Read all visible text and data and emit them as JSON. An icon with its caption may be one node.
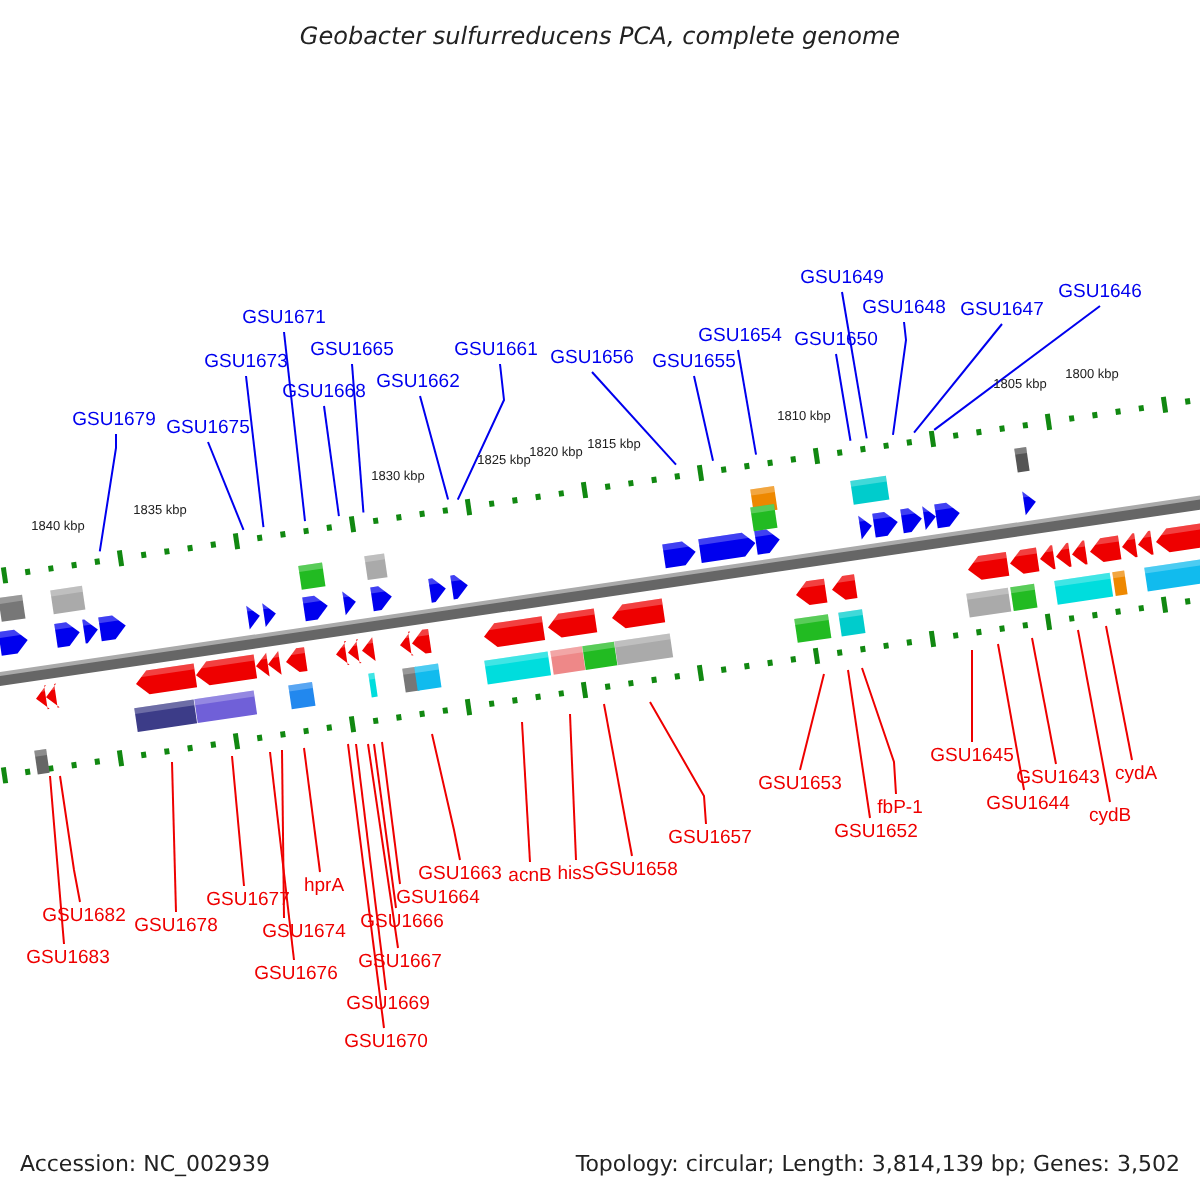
{
  "diagram": {
    "title": "Geobacter sulfurreducens PCA, complete genome",
    "nodes": [
      {
        "text": [
          "GSU1679"
        ]
      },
      {
        "text": [
          "GSU1675"
        ]
      },
      {
        "text": [
          "GSU1673"
        ]
      },
      {
        "text": [
          "GSU1671"
        ]
      },
      {
        "text": [
          "GSU1668"
        ]
      },
      {
        "text": [
          "GSU1665"
        ]
      },
      {
        "text": [
          "GSU1662"
        ]
      },
      {
        "text": [
          "GSU1661"
        ]
      },
      {
        "text": [
          "GSU1656"
        ]
      },
      {
        "text": [
          "GSU1655"
        ]
      },
      {
        "text": [
          "GSU1654"
        ]
      },
      {
        "text": [
          "GSU1650"
        ]
      },
      {
        "text": [
          "GSU1649"
        ]
      },
      {
        "text": [
          "GSU1648"
        ]
      },
      {
        "text": [
          "GSU1647"
        ]
      },
      {
        "text": [
          "GSU1646"
        ]
      },
      {
        "text": [
          "GSU1682"
        ]
      },
      {
        "text": [
          "GSU1683"
        ]
      },
      {
        "text": [
          "GSU1678"
        ]
      },
      {
        "text": [
          "GSU1677"
        ]
      },
      {
        "text": [
          "GSU1674"
        ]
      },
      {
        "text": [
          "GSU1676"
        ]
      },
      {
        "text": [
          "hprA"
        ]
      },
      {
        "text": [
          "GSU1666"
        ]
      },
      {
        "text": [
          "GSU1664"
        ]
      },
      {
        "text": [
          "GSU1667"
        ]
      },
      {
        "text": [
          "GSU1663"
        ]
      },
      {
        "text": [
          "GSU1669"
        ]
      },
      {
        "text": [
          "GSU1670"
        ]
      },
      {
        "text": [
          "acnB"
        ]
      },
      {
        "text": [
          "hisS"
        ]
      },
      {
        "text": [
          "GSU1658"
        ]
      },
      {
        "text": [
          "GSU1657"
        ]
      },
      {
        "text": [
          "GSU1653"
        ]
      },
      {
        "text": [
          "fbP-1"
        ]
      },
      {
        "text": [
          "GSU1652"
        ]
      },
      {
        "text": [
          "GSU1645"
        ]
      },
      {
        "text": [
          "GSU1644"
        ]
      },
      {
        "text": [
          "GSU1643"
        ]
      },
      {
        "text": [
          "cydB"
        ]
      },
      {
        "text": [
          "cydA"
        ]
      }
    ],
    "edges": [
      {
        "from": 0,
        "to": null,
        "arrow": "none",
        "color": "#0000ee"
      },
      {
        "from": 1,
        "to": null,
        "arrow": "none",
        "color": "#0000ee"
      },
      {
        "from": 2,
        "to": null,
        "arrow": "none",
        "color": "#0000ee"
      },
      {
        "from": 3,
        "to": null,
        "arrow": "none",
        "color": "#0000ee"
      },
      {
        "from": 4,
        "to": null,
        "arrow": "none",
        "color": "#0000ee"
      },
      {
        "from": 5,
        "to": null,
        "arrow": "none",
        "color": "#0000ee"
      },
      {
        "from": 6,
        "to": null,
        "arrow": "none",
        "color": "#0000ee"
      },
      {
        "from": 7,
        "to": null,
        "arrow": "none",
        "color": "#0000ee"
      },
      {
        "from": 8,
        "to": null,
        "arrow": "none",
        "color": "#0000ee"
      },
      {
        "from": 9,
        "to": null,
        "arrow": "none",
        "color": "#0000ee"
      },
      {
        "from": 10,
        "to": null,
        "arrow": "none",
        "color": "#0000ee"
      },
      {
        "from": 11,
        "to": null,
        "arrow": "none",
        "color": "#0000ee"
      },
      {
        "from": 12,
        "to": null,
        "arrow": "none",
        "color": "#0000ee"
      },
      {
        "from": 13,
        "to": null,
        "arrow": "none",
        "color": "#0000ee"
      },
      {
        "from": 14,
        "to": null,
        "arrow": "none",
        "color": "#0000ee"
      },
      {
        "from": 15,
        "to": null,
        "arrow": "none",
        "color": "#0000ee"
      },
      {
        "from": 16,
        "to": null,
        "arrow": "none"
      },
      {
        "from": 17,
        "to": null,
        "arrow": "none"
      },
      {
        "from": 18,
        "to": null,
        "arrow": "none"
      },
      {
        "from": 19,
        "to": null,
        "arrow": "none"
      },
      {
        "from": 20,
        "to": null,
        "arrow": "none"
      },
      {
        "from": 21,
        "to": null,
        "arrow": "none"
      },
      {
        "from": 22,
        "to": null,
        "arrow": "none"
      },
      {
        "from": 23,
        "to": null,
        "arrow": "none"
      },
      {
        "from": 24,
        "to": null,
        "arrow": "none"
      },
      {
        "from": 25,
        "to": null,
        "arrow": "none"
      },
      {
        "from": 26,
        "to": null,
        "arrow": "none"
      },
      {
        "from": 27,
        "to": null,
        "arrow": "none"
      },
      {
        "from": 28,
        "to": null,
        "arrow": "none"
      },
      {
        "from": 29,
        "to": null,
        "arrow": "none"
      },
      {
        "from": 30,
        "to": null,
        "arrow": "none"
      },
      {
        "from": 31,
        "to": null,
        "arrow": "none"
      },
      {
        "from": 32,
        "to": null,
        "arrow": "none"
      },
      {
        "from": 33,
        "to": null,
        "arrow": "none"
      },
      {
        "from": 34,
        "to": null,
        "arrow": "none"
      },
      {
        "from": 35,
        "to": null,
        "arrow": "none"
      },
      {
        "from": 36,
        "to": null,
        "arrow": "none"
      },
      {
        "from": 37,
        "to": null,
        "arrow": "none"
      },
      {
        "from": 38,
        "to": null,
        "arrow": "none"
      },
      {
        "from": 39,
        "to": null,
        "arrow": "none"
      },
      {
        "from": 40,
        "to": null,
        "arrow": "none"
      }
    ],
    "labels": [
      "1840 kbp",
      "1835 kbp",
      "1830 kbp",
      "1825 kbp",
      "1820 kbp",
      "1815 kbp",
      "1810 kbp",
      "1805 kbp",
      "1800 kbp",
      "Accession: NC_002939",
      "Topology: circular; Length: 3,814,139 bp; Genes: 3,502"
    ]
  }
}
